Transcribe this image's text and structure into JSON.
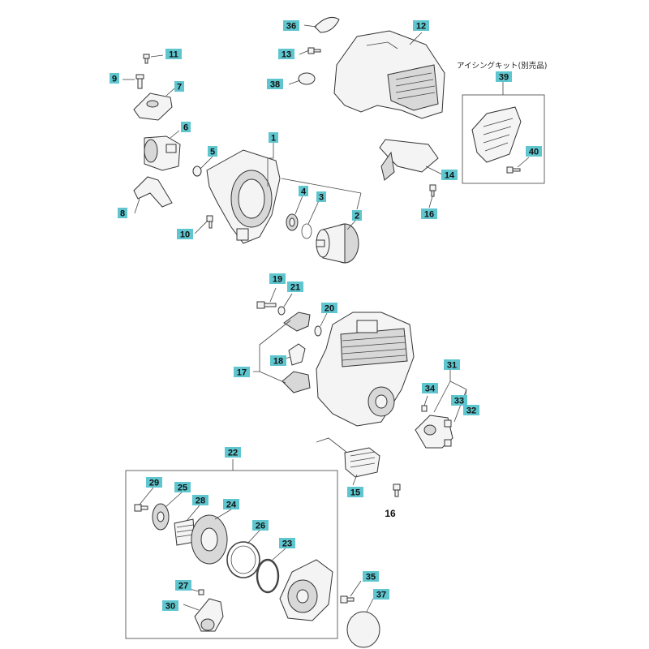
{
  "accent_color": "#5fc6cf",
  "kit_note": "アイシングキット(別売品)",
  "labels": {
    "n1": "1",
    "n2": "2",
    "n3": "3",
    "n4": "4",
    "n5": "5",
    "n6": "6",
    "n7": "7",
    "n8": "8",
    "n9": "9",
    "n10": "10",
    "n11": "11",
    "n12": "12",
    "n13": "13",
    "n14": "14",
    "n15": "15",
    "n16a": "16",
    "n16b": "16",
    "n17": "17",
    "n18": "18",
    "n19": "19",
    "n20": "20",
    "n21": "21",
    "n22": "22",
    "n23": "23",
    "n24": "24",
    "n25": "25",
    "n26": "26",
    "n27": "27",
    "n28": "28",
    "n29": "29",
    "n30": "30",
    "n31": "31",
    "n32": "32",
    "n33": "33",
    "n34": "34",
    "n35": "35",
    "n36": "36",
    "n37": "37",
    "n38": "38",
    "n39": "39",
    "n40": "40"
  }
}
